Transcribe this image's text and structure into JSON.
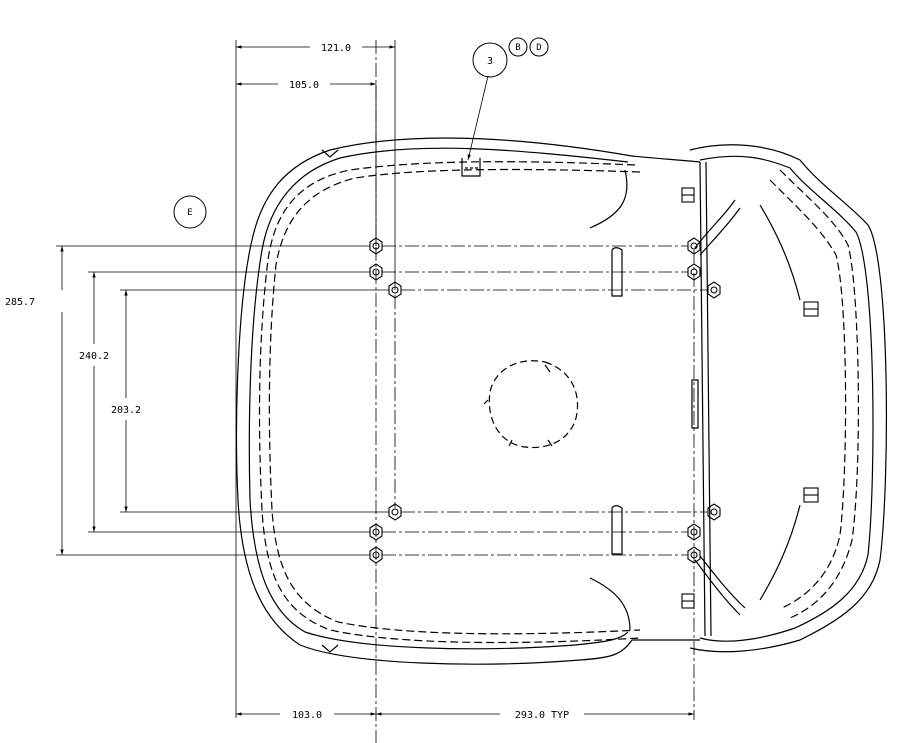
{
  "dimensions": {
    "top_121": "121.0",
    "top_105": "105.0",
    "left_285": "285.7",
    "left_240": "240.2",
    "left_203": "203.2",
    "bottom_103": "103.0",
    "bottom_293": "293.0 TYP"
  },
  "callouts": {
    "item_3": "3",
    "flag_b": "B",
    "flag_d": "D",
    "flag_e": "E"
  },
  "colors": {
    "line": "#000000",
    "background": "#ffffff"
  }
}
